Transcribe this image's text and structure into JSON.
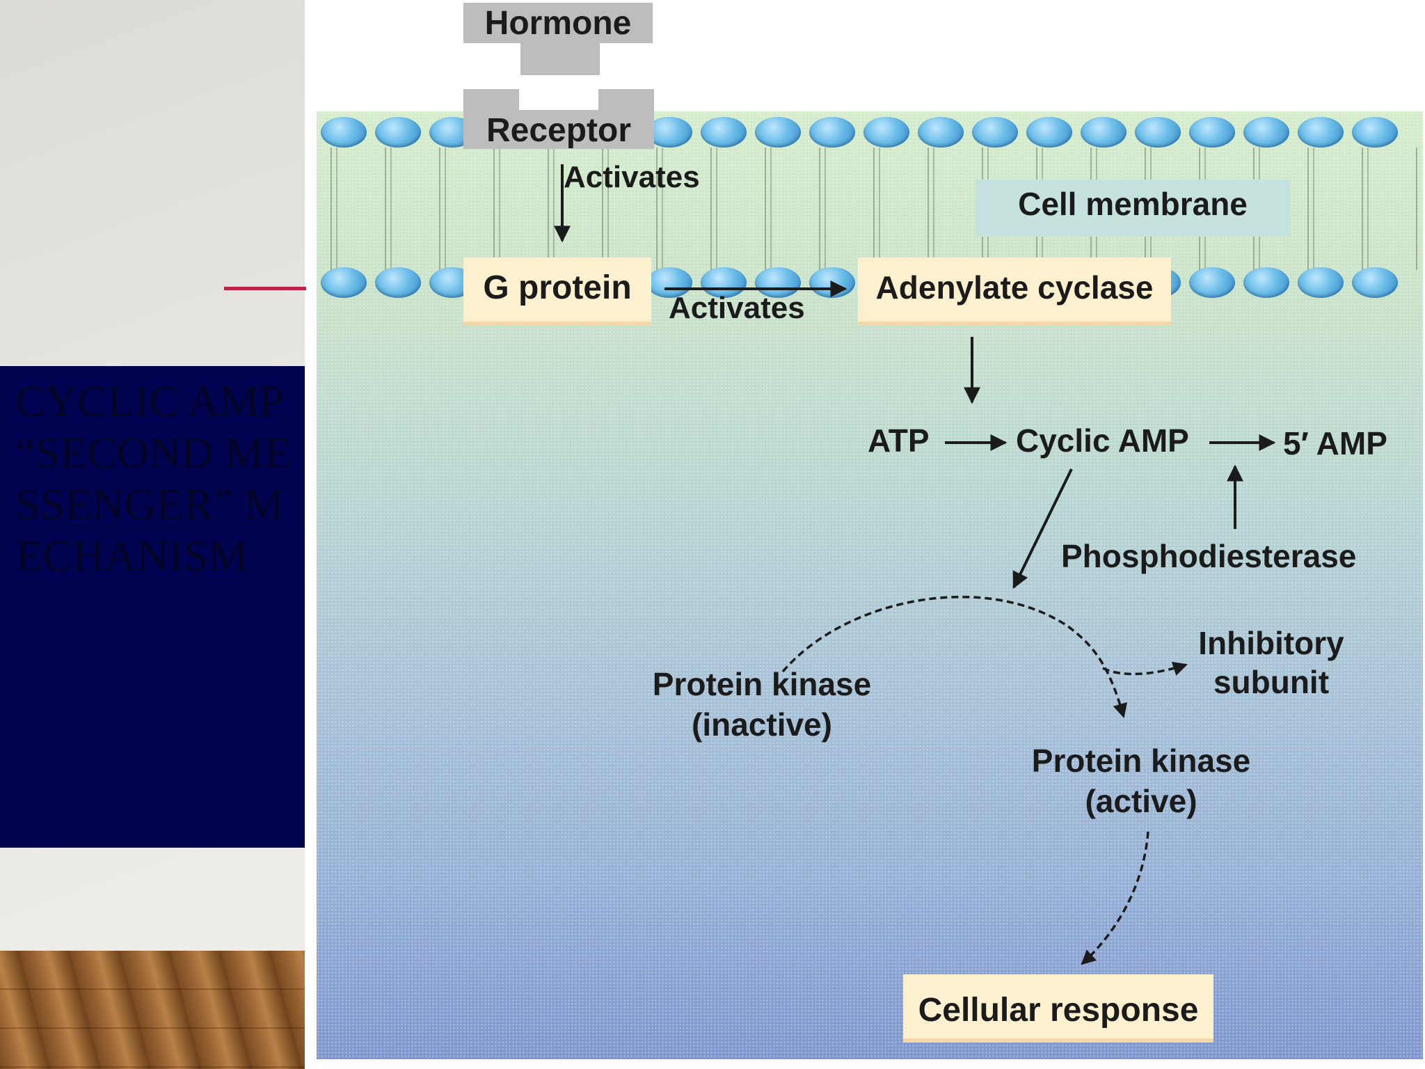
{
  "slide": {
    "title": "Cyclic AMP “Second Messenger” Mechanism"
  },
  "diagram": {
    "hormone": "Hormone",
    "receptor": "Receptor",
    "activates_receptor": "Activates",
    "cell_membrane": "Cell membrane",
    "g_protein": "G protein",
    "activates_g_protein": "Activates",
    "adenylate_cyclase": "Adenylate cyclase",
    "atp": "ATP",
    "cyclic_amp": "Cyclic AMP",
    "five_amp": "5′ AMP",
    "phosphodiesterase": "Phosphodiesterase",
    "inhibitory_subunit_line1": "Inhibitory",
    "inhibitory_subunit_line2": "subunit",
    "pk_inactive_line1": "Protein kinase",
    "pk_inactive_line2": "(inactive)",
    "pk_active_line1": "Protein kinase",
    "pk_active_line2": "(active)",
    "cellular_response": "Cellular response"
  },
  "colors": {
    "title_panel": "#010350",
    "accent_line": "#c0234a",
    "label_box": "#fcf0cf",
    "receptor_gray": "#bdbdbd"
  }
}
